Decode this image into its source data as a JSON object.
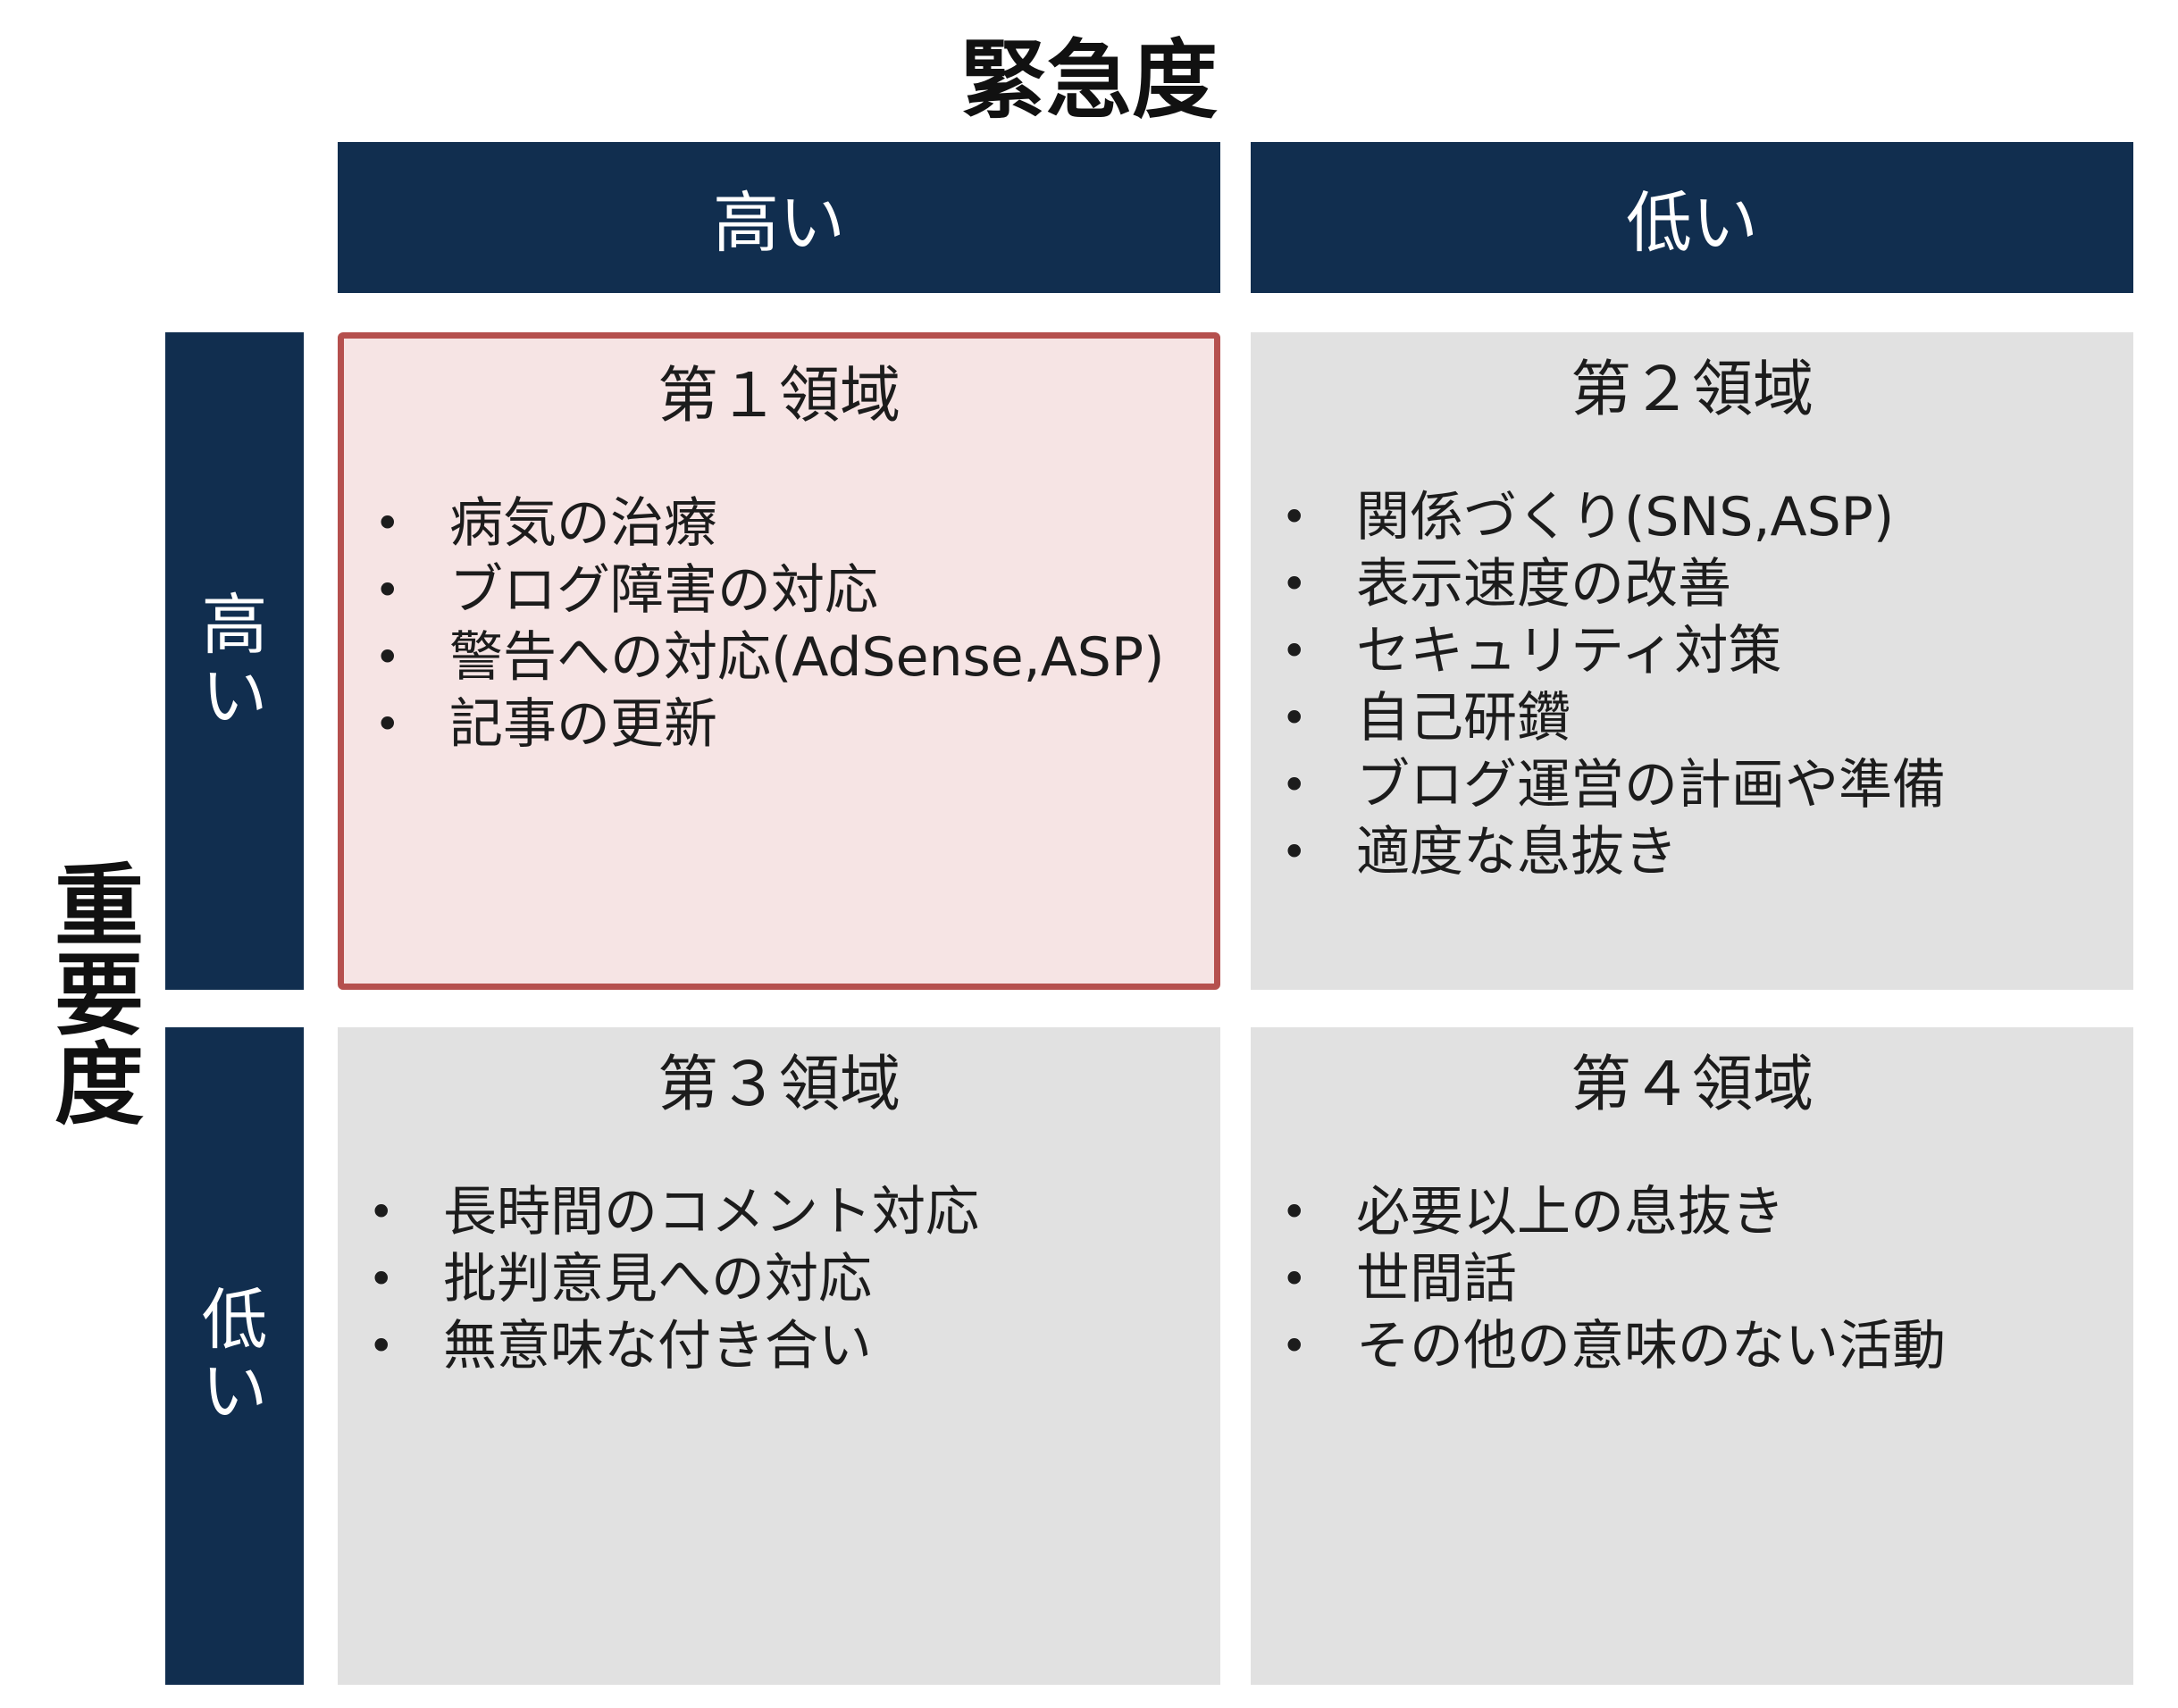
{
  "urgency_label": "緊急度",
  "importance_label": [
    "重",
    "要",
    "度"
  ],
  "columns": [
    {
      "label": "高い"
    },
    {
      "label": "低い"
    }
  ],
  "rows": [
    {
      "label": [
        "高",
        "い"
      ]
    },
    {
      "label": [
        "低",
        "い"
      ]
    }
  ],
  "quadrants": [
    {
      "title": "第１領域",
      "items": [
        "病気の治療",
        "ブログ障害の対応",
        "警告への対応(AdSense,ASP)",
        "記事の更新"
      ]
    },
    {
      "title": "第２領域",
      "items": [
        "関係づくり(SNS,ASP)",
        "表示速度の改善",
        "セキュリティ対策",
        "自己研鑽",
        "ブログ運営の計画や準備",
        "適度な息抜き"
      ]
    },
    {
      "title": "第３領域",
      "items": [
        "長時間のコメント対応",
        "批判意見への対応",
        "無意味な付き合い"
      ]
    },
    {
      "title": "第４領域",
      "items": [
        "必要以上の息抜き",
        "世間話",
        "その他の意味のない活動"
      ]
    }
  ],
  "colors": {
    "header_bg": "#112e4f",
    "highlight_bg": "#f6e4e4",
    "highlight_border": "#b5504e",
    "cell_bg": "#e1e1e1"
  }
}
